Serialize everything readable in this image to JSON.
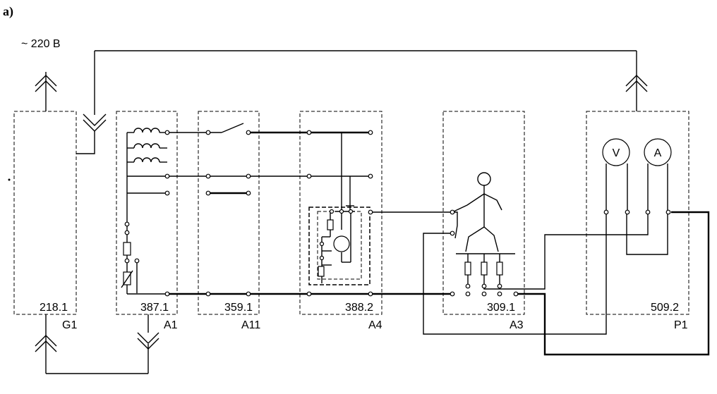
{
  "figure_label": "a)",
  "supply_label": "~ 220 B",
  "modules": [
    {
      "code": "218.1",
      "name": "G1"
    },
    {
      "code": "387.1",
      "name": "A1"
    },
    {
      "code": "359.1",
      "name": "A11"
    },
    {
      "code": "388.2",
      "name": "A4"
    },
    {
      "code": "309.1",
      "name": "A3"
    },
    {
      "code": "509.2",
      "name": "P1"
    }
  ],
  "meters": {
    "voltmeter": "V",
    "ammeter": "A"
  }
}
